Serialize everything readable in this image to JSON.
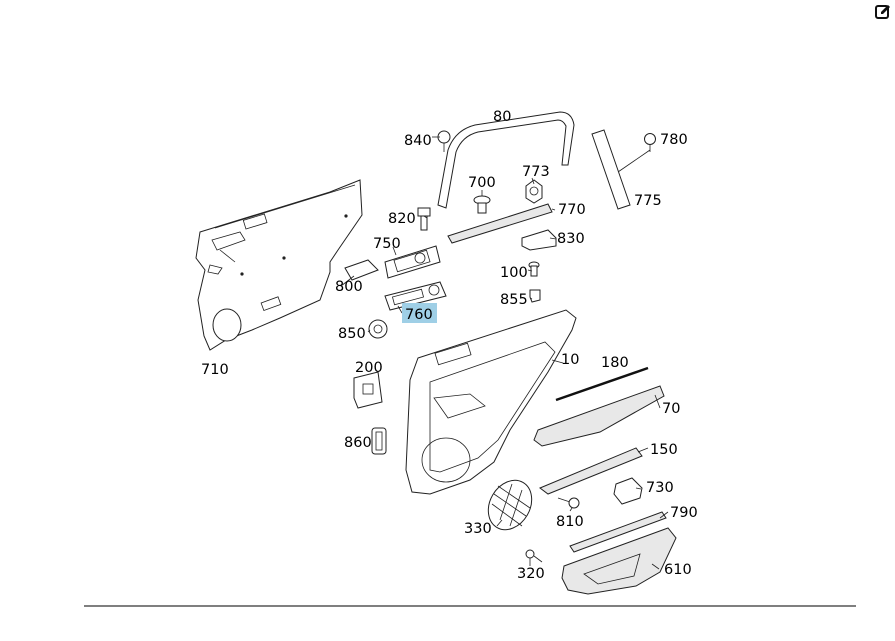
{
  "toolbar": {
    "edit_icon": "edit-icon"
  },
  "diagram": {
    "highlight_color": "#9fcfe6",
    "highlighted_part": "760",
    "callouts": {
      "p80": "80",
      "p840": "840",
      "p780": "780",
      "p773": "773",
      "p700": "700",
      "p770": "770",
      "p775": "775",
      "p820": "820",
      "p830": "830",
      "p750": "750",
      "p100": "100",
      "p800": "800",
      "p855": "855",
      "p760": "760",
      "p850": "850",
      "p710": "710",
      "p10": "10",
      "p180": "180",
      "p200": "200",
      "p70": "70",
      "p860": "860",
      "p150": "150",
      "p730": "730",
      "p330": "330",
      "p810": "810",
      "p790": "790",
      "p320": "320",
      "p610": "610"
    }
  }
}
